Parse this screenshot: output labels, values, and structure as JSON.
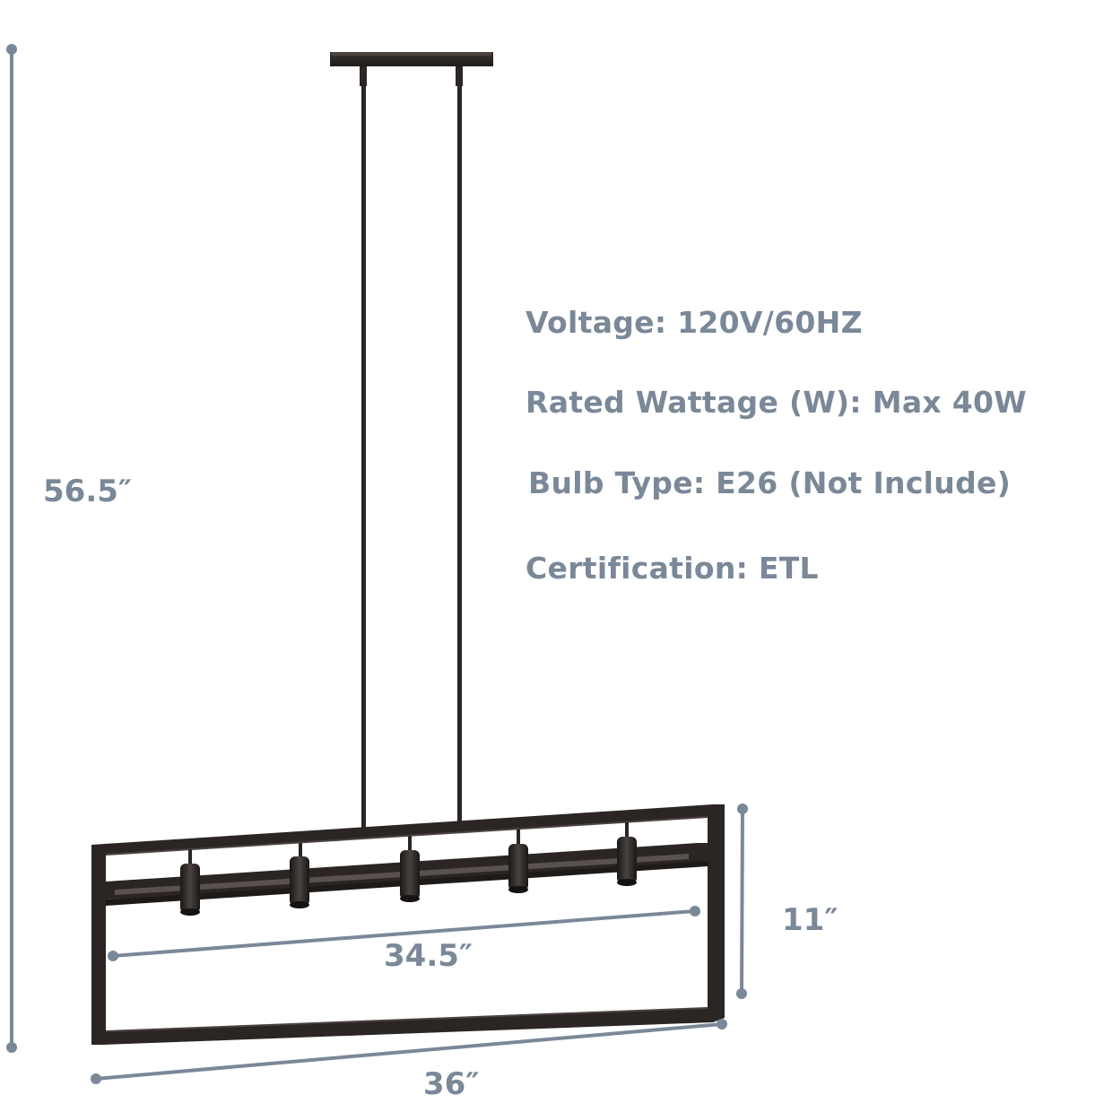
{
  "specs": {
    "voltage": "Voltage: 120V/60HZ",
    "wattage": "Rated Wattage (W): Max 40W",
    "bulb": "Bulb Type: E26 (Not Include)",
    "certification": "Certification: ETL"
  },
  "dimensions": {
    "total_height": "56.5″",
    "frame_height": "11″",
    "inner_width": "34.5″",
    "total_width": "36″"
  },
  "colors": {
    "dimension_line": "#7a8898",
    "fixture": "#2b2624"
  }
}
